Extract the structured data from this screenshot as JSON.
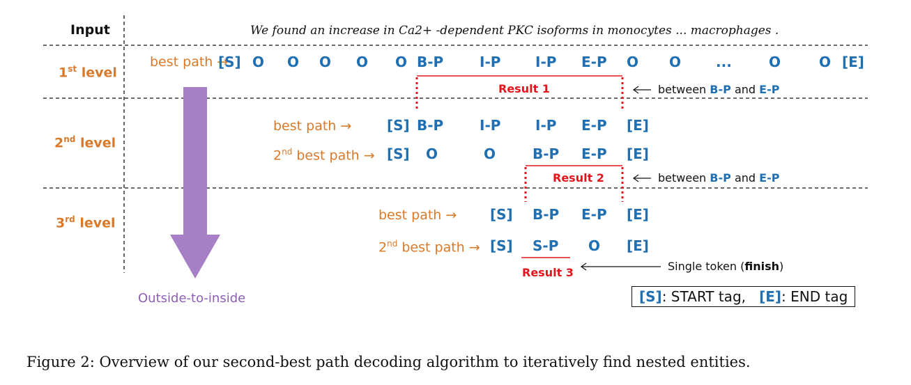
{
  "header": {
    "input_label": "Input",
    "sentence": "We found an increase in Ca2+ -dependent PKC isoforms in monocytes ... macrophages ."
  },
  "levels": {
    "level1": {
      "num": "1",
      "sup": "st",
      "word": "level"
    },
    "level2": {
      "num": "2",
      "sup": "nd",
      "word": "level"
    },
    "level3": {
      "num": "3",
      "sup": "rd",
      "word": "level"
    }
  },
  "paths": {
    "best_path": "best path →",
    "second_num": "2",
    "second_sup": "nd",
    "second_rest": "best path →"
  },
  "row1_tags": [
    "[S]",
    "O",
    "O",
    "O",
    "O",
    "O",
    "B-P",
    "I-P",
    "I-P",
    "E-P",
    "O",
    "O",
    "...",
    "O",
    "O",
    "[E]"
  ],
  "row2a_tags": [
    "[S]",
    "B-P",
    "I-P",
    "I-P",
    "E-P",
    "[E]"
  ],
  "row2b_tags": [
    "[S]",
    "O",
    "O",
    "B-P",
    "E-P",
    "[E]"
  ],
  "row3a_tags": [
    "[S]",
    "B-P",
    "E-P",
    "[E]"
  ],
  "row3b_tags": [
    "[S]",
    "S-P",
    "O",
    "[E]"
  ],
  "results": {
    "r1": "Result 1",
    "r2": "Result 2",
    "r3": "Result 3"
  },
  "notes": {
    "between_prefix": "between",
    "bp": "B-P",
    "and": "and",
    "ep": "E-P",
    "single_prefix": "Single token (",
    "finish": "finish",
    "single_suffix": ")"
  },
  "arrow_label": "Outside-to-inside",
  "legend": {
    "s_tag": "[S]",
    "s_text": ": START tag,",
    "e_tag": "[E]",
    "e_text": ": END tag"
  },
  "caption": "Figure 2: Overview of our second-best path decoding algorithm to iteratively find nested entities.",
  "colors": {
    "tag_blue": "#1f6fb2",
    "label_orange": "#d97a2b",
    "result_red": "#e3161d",
    "arrow_purple": "#a77fc6"
  }
}
